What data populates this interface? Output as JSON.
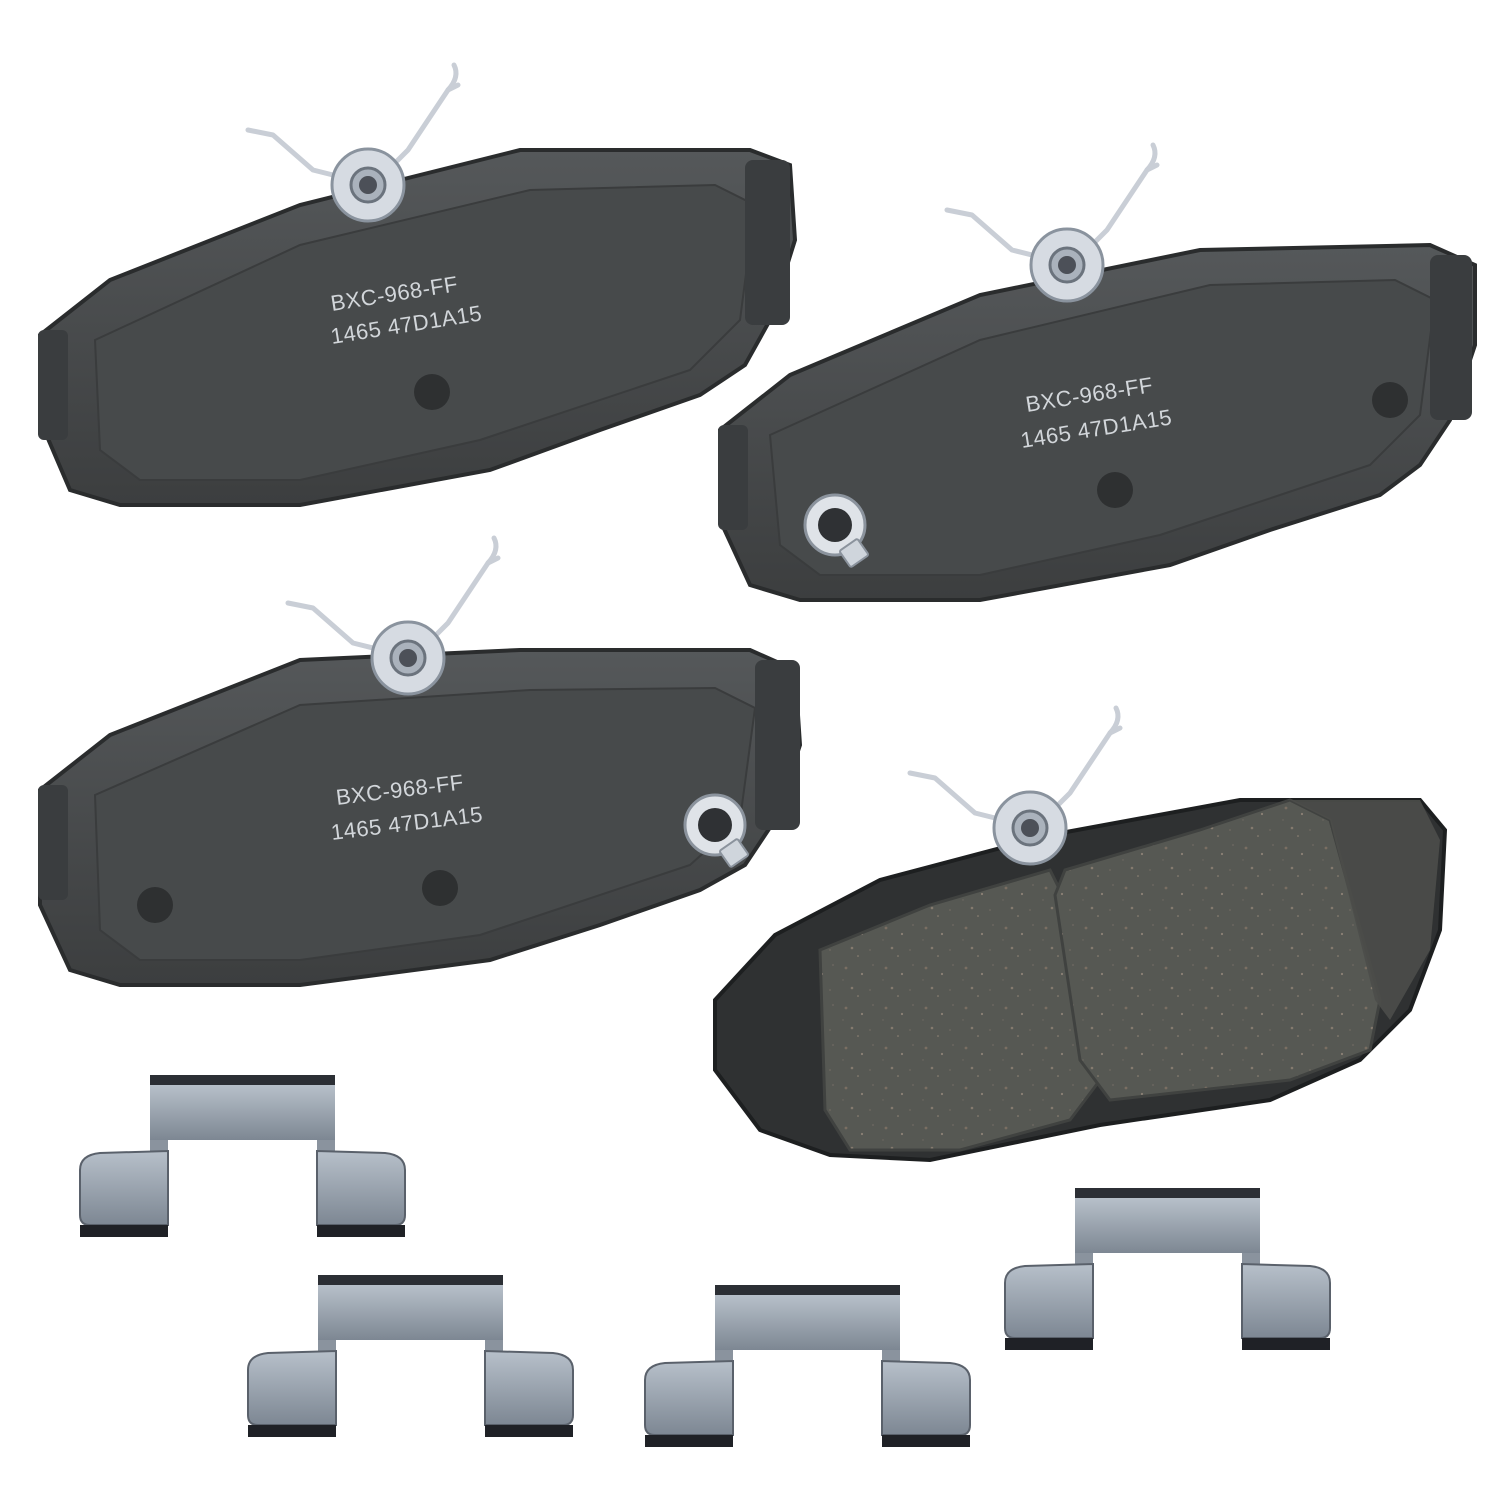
{
  "pads": [
    {
      "line1": "BXC-968-FF",
      "line2": "1465 47D1A15"
    },
    {
      "line1": "BXC-968-FF",
      "line2": "1465 47D1A15"
    },
    {
      "line1": "BXC-968-FF",
      "line2": "1465 47D1A15"
    }
  ],
  "colors": {
    "background": "#ffffff",
    "backing_plate": "#4a4c4d",
    "backing_edge": "#2a2c2d",
    "friction": "#545652",
    "hardware": "#9aa3ad",
    "hardware_shadow": "#3e4147",
    "clip": "#c9d0d8"
  },
  "icons": {
    "pad": "brake-pad-icon",
    "clip": "abutment-clip-icon"
  }
}
